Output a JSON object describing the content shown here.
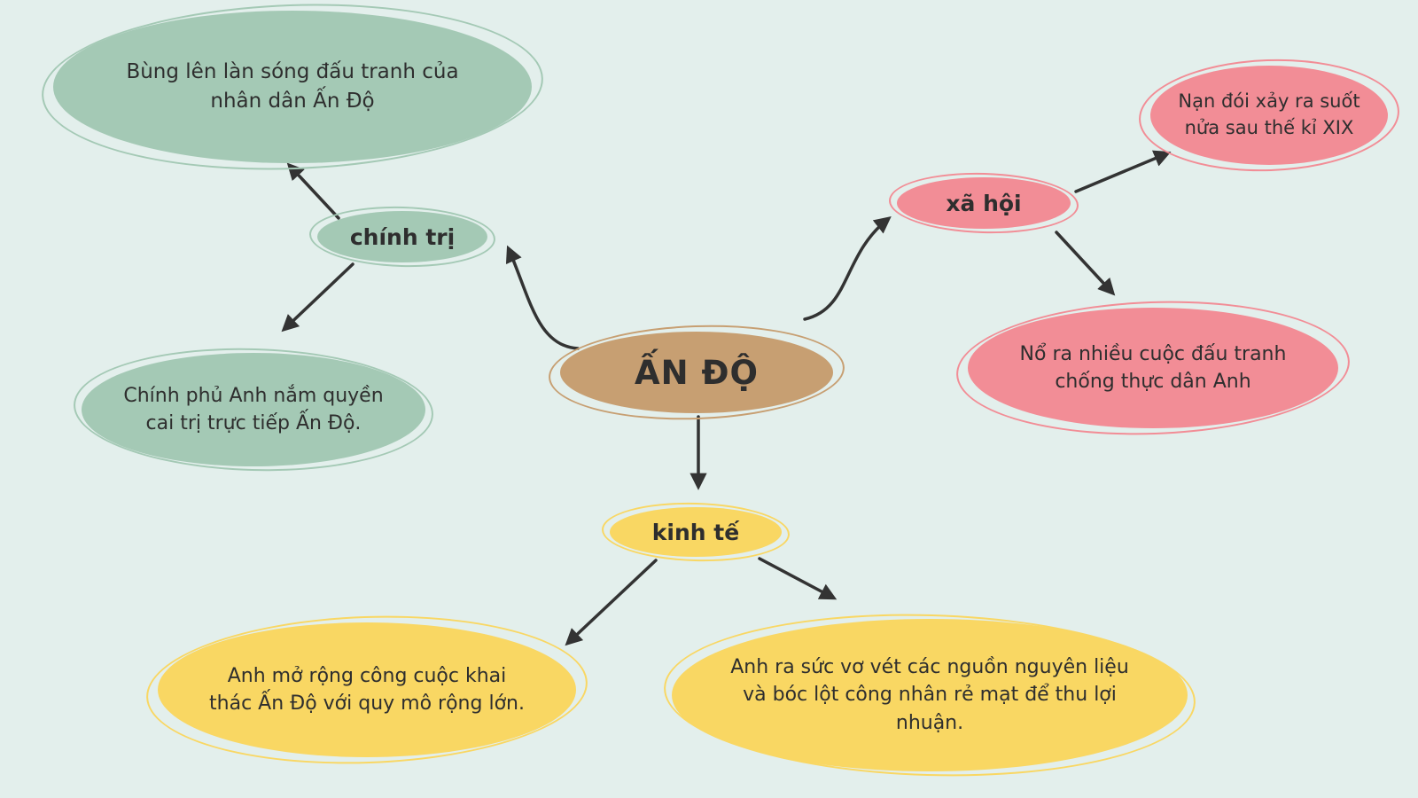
{
  "palette": {
    "background": "#e3efec",
    "green": "#a4c9b5",
    "pink": "#f28d96",
    "yellow": "#f9d763",
    "tan": "#c79f72",
    "arrow": "#333333",
    "text": "#2e2e2e"
  },
  "center": {
    "label": "ẤN ĐỘ"
  },
  "branches": [
    {
      "label": "chính trị",
      "children": [
        "Bùng lên làn sóng đấu tranh của nhân dân Ấn Độ",
        "Chính phủ Anh nắm quyền cai trị trực tiếp Ấn Độ."
      ]
    },
    {
      "label": "xã hội",
      "children": [
        "Nạn đói xảy ra suốt nửa sau thế kỉ XIX",
        "Nổ ra nhiều cuộc đấu tranh chống thực dân Anh"
      ]
    },
    {
      "label": "kinh tế",
      "children": [
        "Anh mở rộng công cuộc khai thác Ấn Độ với quy mô rộng lớn.",
        "Anh ra sức vơ vét các nguồn nguyên liệu và bóc lột công nhân rẻ mạt để thu lợi nhuận."
      ]
    }
  ]
}
